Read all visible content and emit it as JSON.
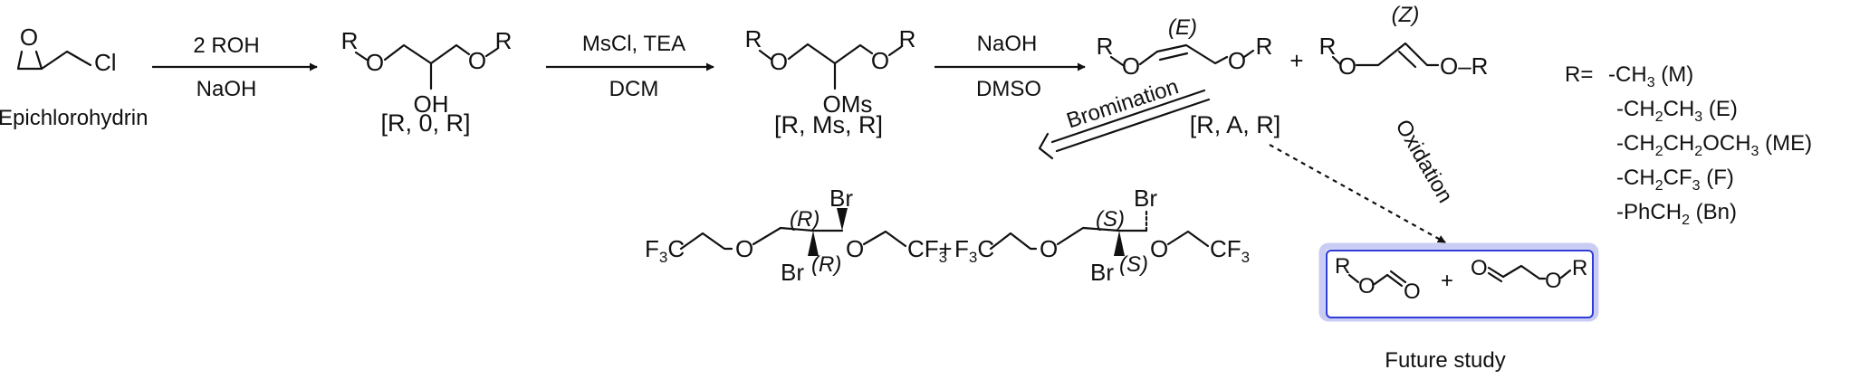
{
  "reagents": {
    "step1_top": "2 ROH",
    "step1_bottom": "NaOH",
    "step2_top": "MsCl, TEA",
    "step2_bottom": "DCM",
    "step3_top": "NaOH",
    "step3_bottom": "DMSO",
    "bromination": "Bromination",
    "oxidation": "Oxidation"
  },
  "compounds": {
    "epichlorohydrin": "Epichlorohydrin",
    "r0r": "[R, 0, R]",
    "rmsr": "[R, Ms, R]",
    "rar": "[R, A, R]"
  },
  "atoms": {
    "cl": "Cl",
    "o": "O",
    "r": "R",
    "oh": "OH",
    "oms": "OMs",
    "br": "Br",
    "o_r": "O–R",
    "plus": "+"
  },
  "stereo": {
    "e": "(E)",
    "z": "(Z)",
    "r": "(R)",
    "s": "(S)"
  },
  "r_groups": {
    "title": "R= ",
    "items": [
      "-CH3 (M)",
      "-CH2CH3 (E)",
      "-CH2CH2OCH3 (ME)",
      "-CH2CF3 (F)",
      "-PhCH2 (Bn)"
    ]
  },
  "future_study": "Future study",
  "colors": {
    "box_border": "#2e3bd6",
    "box_glow": "#c9cdf3"
  }
}
